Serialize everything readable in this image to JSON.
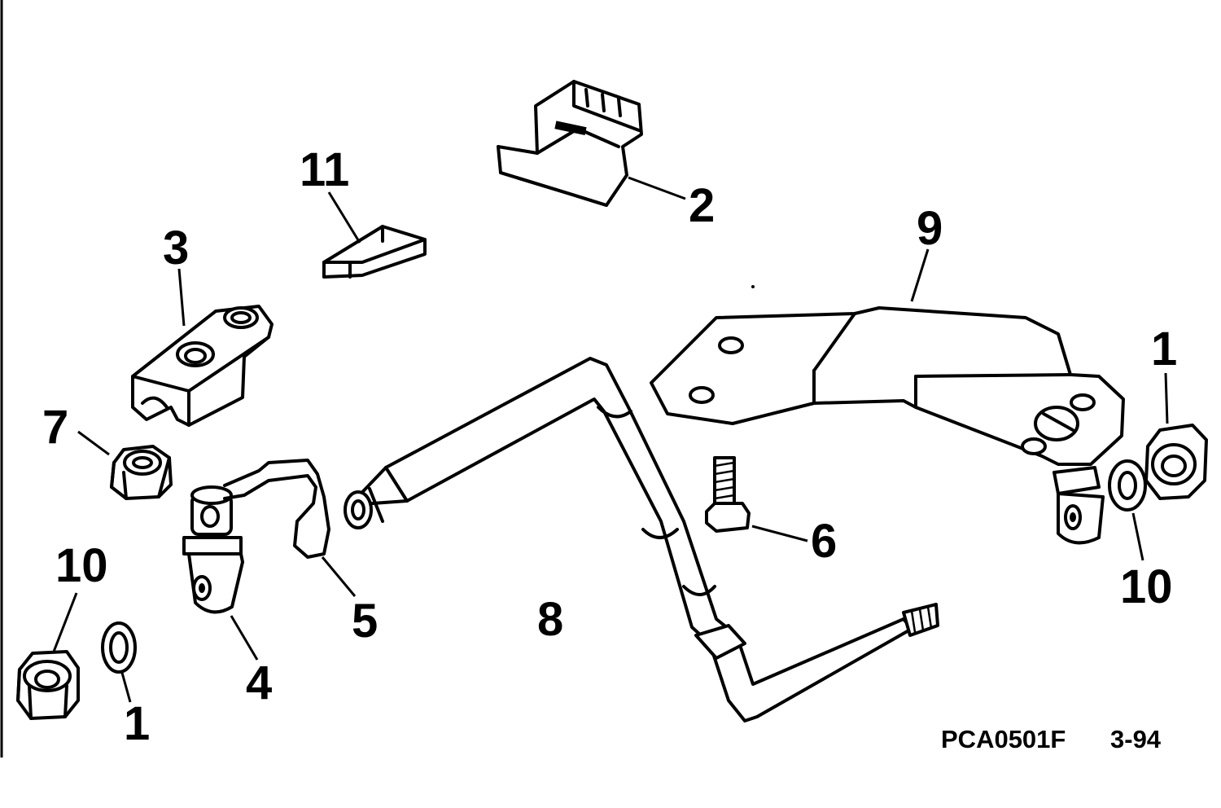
{
  "diagram": {
    "callouts": [
      {
        "id": "c11",
        "text": "11"
      },
      {
        "id": "c2",
        "text": "2"
      },
      {
        "id": "c3",
        "text": "3"
      },
      {
        "id": "c9",
        "text": "9"
      },
      {
        "id": "c1-right",
        "text": "1"
      },
      {
        "id": "c7",
        "text": "7"
      },
      {
        "id": "c6",
        "text": "6"
      },
      {
        "id": "c10-left",
        "text": "10"
      },
      {
        "id": "c10-right",
        "text": "10"
      },
      {
        "id": "c5",
        "text": "5"
      },
      {
        "id": "c8",
        "text": "8"
      },
      {
        "id": "c4",
        "text": "4"
      },
      {
        "id": "c1-left",
        "text": "1"
      }
    ],
    "footer": {
      "code": "PCA0501F",
      "date": "3-94"
    }
  }
}
